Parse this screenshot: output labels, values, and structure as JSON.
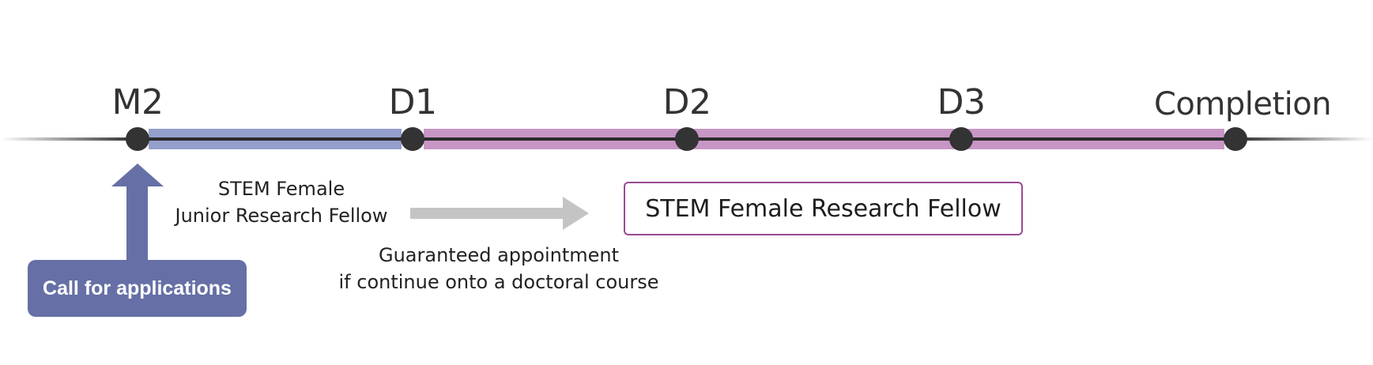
{
  "timeline": {
    "stages": [
      {
        "label": "M2"
      },
      {
        "label": "D1"
      },
      {
        "label": "D2"
      },
      {
        "label": "D3"
      },
      {
        "label": "Completion"
      }
    ],
    "colors": {
      "junior_period": "#959fcc",
      "fellow_period": "#c896c4",
      "line": "#2b2b2b",
      "node": "#333333",
      "transition_arrow": "#c4c4c4",
      "apply_arrow": "#6670a6"
    }
  },
  "junior_fellow": {
    "line1": "STEM Female",
    "line2": "Junior Research Fellow"
  },
  "transition": {
    "line1": "Guaranteed appointment",
    "line2": "if continue onto a doctoral course"
  },
  "fellow": {
    "label": "STEM Female Research Fellow"
  },
  "call": {
    "label": "Call for applications"
  }
}
